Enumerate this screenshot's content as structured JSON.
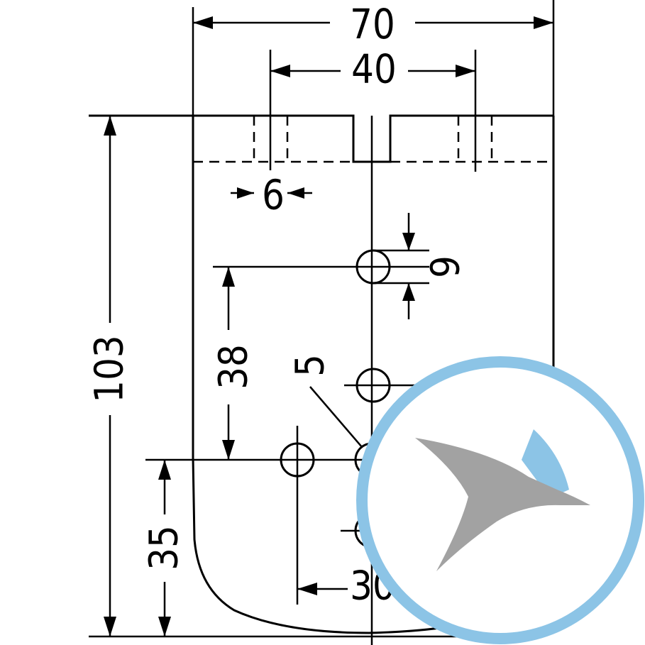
{
  "dimensions": {
    "overall_width": "70",
    "hole_spacing": "40",
    "slot_hole_diameter": "6",
    "hole_diameter": "6",
    "overall_height": "103",
    "vertical_spacing": "38",
    "hole_size_label": "5",
    "bottom_height": "35",
    "horizontal_offset": "30"
  },
  "watermark": {
    "ring_color": "#8cc4e6",
    "bird_gray": "#a2a2a2",
    "bird_blue": "#8cc4e6"
  }
}
